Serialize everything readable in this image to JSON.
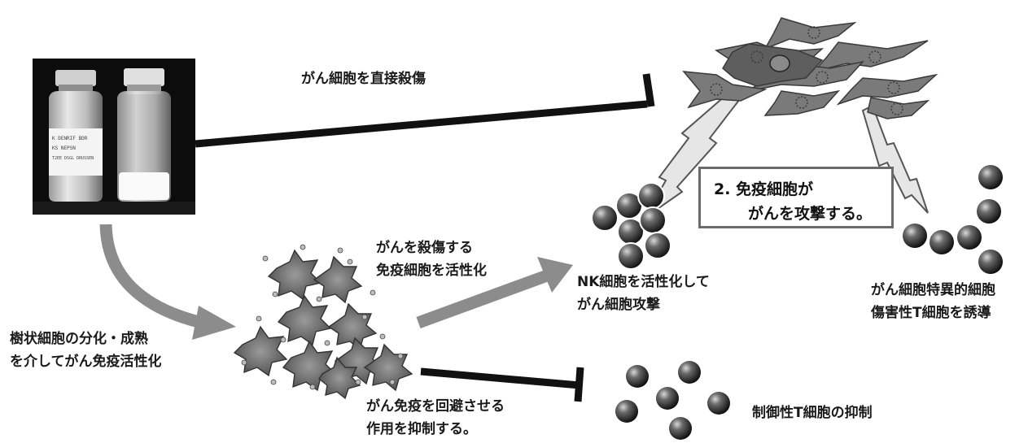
{
  "labels": {
    "direct_kill": "がん細胞を直接殺傷",
    "dc_line1": "樹状細胞の分化・成熟",
    "dc_line2": "を介してがん免疫活性化",
    "activate_line1": "がんを殺傷する",
    "activate_line2": "免疫細胞を活性化",
    "suppress_line1": "がん免疫を回避させる",
    "suppress_line2": "作用を抑制する。",
    "nk_line1": "NK細胞を活性化して",
    "nk_line2": "がん細胞攻撃",
    "ctl_line1": "がん細胞特異的細胞",
    "ctl_line2": "傷害性T細胞を誘導",
    "treg": "制御性T細胞の抑制"
  },
  "callout": {
    "line1": "2. 免疫細胞が",
    "line2": "がんを攻撃する。"
  },
  "vial_label_lines": [
    "K DENRIF BDR",
    "KS NEPSN",
    "T2EE DSGL DRUSSEN"
  ],
  "colors": {
    "arrow": "#8c8c8c",
    "line": "#111111",
    "cancer_cell": "#7a7a7a",
    "box_border": "#6b6b6b"
  },
  "icons": [
    "vial-photo",
    "cancer-cell-cluster",
    "dendritic-cell-cluster",
    "immune-cell-sphere",
    "lightning-bolt"
  ]
}
